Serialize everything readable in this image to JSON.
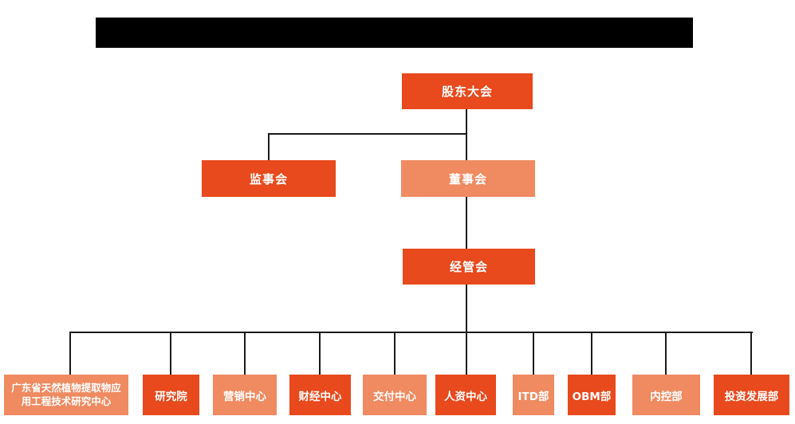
{
  "page": {
    "type": "organization-chart",
    "background": "#ffffff",
    "redacted_title_bar": true
  },
  "colors": {
    "dark_orange": "#E8491D",
    "light_orange": "#EF8A61",
    "connector": "#1b1b1b",
    "redacted_bar": "#000000",
    "node_text": "#ffffff"
  },
  "chart": {
    "nodes": {
      "shareholders": {
        "label": "股东大会",
        "tone": "dark"
      },
      "supervisory": {
        "label": "监事会",
        "tone": "dark"
      },
      "board": {
        "label": "董事会",
        "tone": "light"
      },
      "management": {
        "label": "经管会",
        "tone": "dark"
      }
    },
    "hierarchy": [
      {
        "parent": "股东大会",
        "children": [
          "监事会",
          "董事会"
        ]
      },
      {
        "parent": "董事会",
        "children": [
          "经管会"
        ]
      },
      {
        "parent": "经管会",
        "children": [
          "广东省天然植物提取物应用工程技术研究中心",
          "研究院",
          "营销中心",
          "财经中心",
          "交付中心",
          "人资中心",
          "ITD部",
          "OBM部",
          "内控部",
          "投资发展部"
        ]
      }
    ],
    "departments": [
      {
        "label": "广东省天然植物提取物应用工程技术研究中心",
        "tone": "light"
      },
      {
        "label": "研究院",
        "tone": "dark"
      },
      {
        "label": "营销中心",
        "tone": "light"
      },
      {
        "label": "财经中心",
        "tone": "dark"
      },
      {
        "label": "交付中心",
        "tone": "light"
      },
      {
        "label": "人资中心",
        "tone": "dark"
      },
      {
        "label": "ITD部",
        "tone": "light"
      },
      {
        "label": "OBM部",
        "tone": "dark"
      },
      {
        "label": "内控部",
        "tone": "light"
      },
      {
        "label": "投资发展部",
        "tone": "dark"
      }
    ]
  }
}
